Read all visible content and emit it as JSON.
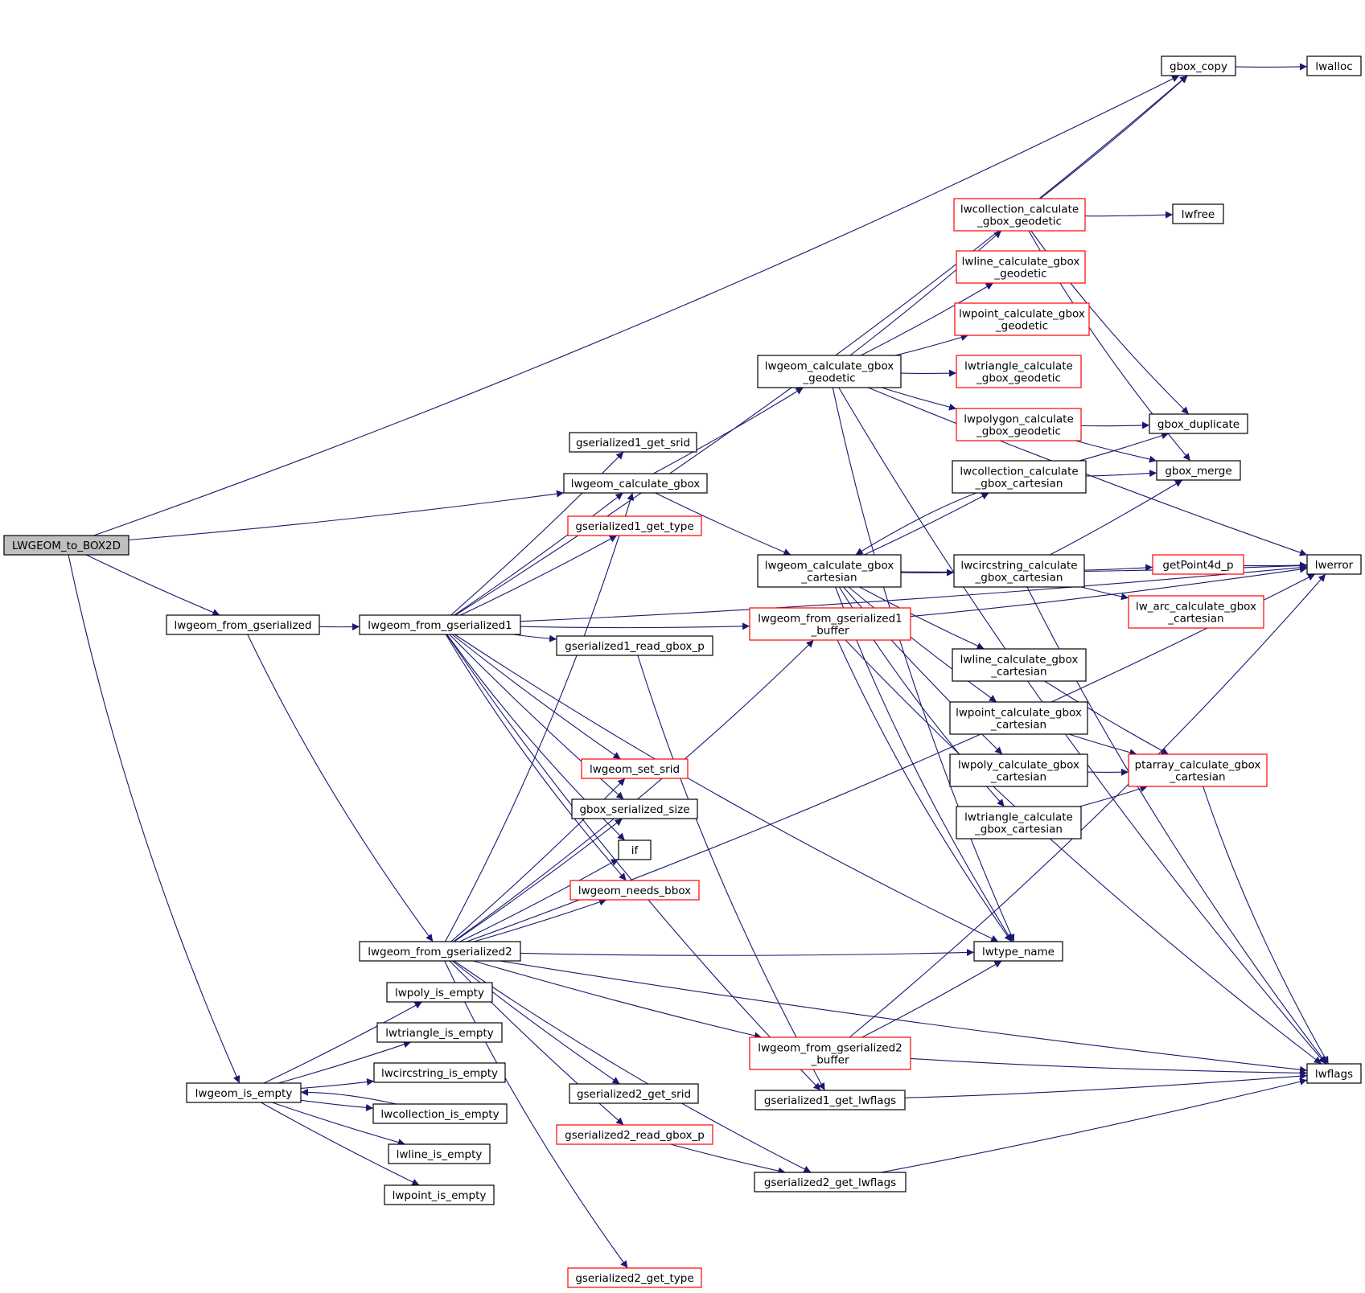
{
  "colors": {
    "edge": "#191970",
    "border_default": "#000000",
    "border_truncated": "#ff0000",
    "fill_root": "#bfbfbf",
    "fill_default": "#ffffff",
    "text": "#000000"
  },
  "nodes": [
    {
      "id": "LWGEOM_to_BOX2D",
      "lines": [
        "LWGEOM_to_BOX2D"
      ],
      "style": "root"
    },
    {
      "id": "gbox_copy",
      "lines": [
        "gbox_copy"
      ],
      "style": "default"
    },
    {
      "id": "lwalloc",
      "lines": [
        "lwalloc"
      ],
      "style": "default"
    },
    {
      "id": "lwgeom_calculate_gbox",
      "lines": [
        "lwgeom_calculate_gbox"
      ],
      "style": "default"
    },
    {
      "id": "lwgeom_calculate_gbox_cartesian",
      "lines": [
        "lwgeom_calculate_gbox",
        "_cartesian"
      ],
      "style": "default"
    },
    {
      "id": "lwgeom_calculate_gbox_geodetic",
      "lines": [
        "lwgeom_calculate_gbox",
        "_geodetic"
      ],
      "style": "default"
    },
    {
      "id": "lwcollection_calculate_gbox_geodetic",
      "lines": [
        "lwcollection_calculate",
        "_gbox_geodetic"
      ],
      "style": "truncated"
    },
    {
      "id": "lwfree",
      "lines": [
        "lwfree"
      ],
      "style": "default"
    },
    {
      "id": "lwline_calculate_gbox_geodetic",
      "lines": [
        "lwline_calculate_gbox",
        "_geodetic"
      ],
      "style": "truncated"
    },
    {
      "id": "lwpoint_calculate_gbox_geodetic",
      "lines": [
        "lwpoint_calculate_gbox",
        "_geodetic"
      ],
      "style": "truncated"
    },
    {
      "id": "lwtriangle_calculate_gbox_geodetic",
      "lines": [
        "lwtriangle_calculate",
        "_gbox_geodetic"
      ],
      "style": "truncated"
    },
    {
      "id": "lwpolygon_calculate_gbox_geodetic",
      "lines": [
        "lwpolygon_calculate",
        "_gbox_geodetic"
      ],
      "style": "truncated"
    },
    {
      "id": "gbox_duplicate",
      "lines": [
        "gbox_duplicate"
      ],
      "style": "default"
    },
    {
      "id": "gbox_merge",
      "lines": [
        "gbox_merge"
      ],
      "style": "default"
    },
    {
      "id": "lwcollection_calculate_gbox_cartesian",
      "lines": [
        "lwcollection_calculate",
        "_gbox_cartesian"
      ],
      "style": "default"
    },
    {
      "id": "lwerror",
      "lines": [
        "lwerror"
      ],
      "style": "default"
    },
    {
      "id": "lwcircstring_calculate_gbox_cartesian",
      "lines": [
        "lwcircstring_calculate",
        "_gbox_cartesian"
      ],
      "style": "default"
    },
    {
      "id": "getPoint4d_p",
      "lines": [
        "getPoint4d_p"
      ],
      "style": "truncated"
    },
    {
      "id": "lw_arc_calculate_gbox_cartesian",
      "lines": [
        "lw_arc_calculate_gbox",
        "_cartesian"
      ],
      "style": "truncated"
    },
    {
      "id": "lwline_calculate_gbox_cartesian",
      "lines": [
        "lwline_calculate_gbox",
        "_cartesian"
      ],
      "style": "default"
    },
    {
      "id": "lwpoint_calculate_gbox_cartesian",
      "lines": [
        "lwpoint_calculate_gbox",
        "_cartesian"
      ],
      "style": "default"
    },
    {
      "id": "lwpoly_calculate_gbox_cartesian",
      "lines": [
        "lwpoly_calculate_gbox",
        "_cartesian"
      ],
      "style": "default"
    },
    {
      "id": "ptarray_calculate_gbox_cartesian",
      "lines": [
        "ptarray_calculate_gbox",
        "_cartesian"
      ],
      "style": "truncated"
    },
    {
      "id": "lwtriangle_calculate_gbox_cartesian",
      "lines": [
        "lwtriangle_calculate",
        "_gbox_cartesian"
      ],
      "style": "default"
    },
    {
      "id": "lwtype_name",
      "lines": [
        "lwtype_name"
      ],
      "style": "default"
    },
    {
      "id": "lwflags",
      "lines": [
        "lwflags"
      ],
      "style": "default"
    },
    {
      "id": "gserialized1_get_srid",
      "lines": [
        "gserialized1_get_srid"
      ],
      "style": "default"
    },
    {
      "id": "gserialized1_get_type",
      "lines": [
        "gserialized1_get_type"
      ],
      "style": "truncated"
    },
    {
      "id": "lwgeom_from_gserialized",
      "lines": [
        "lwgeom_from_gserialized"
      ],
      "style": "default"
    },
    {
      "id": "lwgeom_from_gserialized1",
      "lines": [
        "lwgeom_from_gserialized1"
      ],
      "style": "default"
    },
    {
      "id": "lwgeom_from_gserialized1_buffer",
      "lines": [
        "lwgeom_from_gserialized1",
        "_buffer"
      ],
      "style": "truncated"
    },
    {
      "id": "gserialized1_read_gbox_p",
      "lines": [
        "gserialized1_read_gbox_p"
      ],
      "style": "default"
    },
    {
      "id": "lwgeom_set_srid",
      "lines": [
        "lwgeom_set_srid"
      ],
      "style": "truncated"
    },
    {
      "id": "gbox_serialized_size",
      "lines": [
        "gbox_serialized_size"
      ],
      "style": "default"
    },
    {
      "id": "if",
      "lines": [
        "if"
      ],
      "style": "default"
    },
    {
      "id": "lwgeom_needs_bbox",
      "lines": [
        "lwgeom_needs_bbox"
      ],
      "style": "truncated"
    },
    {
      "id": "lwgeom_from_gserialized2",
      "lines": [
        "lwgeom_from_gserialized2"
      ],
      "style": "default"
    },
    {
      "id": "lwpoly_is_empty",
      "lines": [
        "lwpoly_is_empty"
      ],
      "style": "default"
    },
    {
      "id": "lwtriangle_is_empty",
      "lines": [
        "lwtriangle_is_empty"
      ],
      "style": "default"
    },
    {
      "id": "lwcircstring_is_empty",
      "lines": [
        "lwcircstring_is_empty"
      ],
      "style": "default"
    },
    {
      "id": "lwgeom_is_empty",
      "lines": [
        "lwgeom_is_empty"
      ],
      "style": "default"
    },
    {
      "id": "lwcollection_is_empty",
      "lines": [
        "lwcollection_is_empty"
      ],
      "style": "default"
    },
    {
      "id": "lwline_is_empty",
      "lines": [
        "lwline_is_empty"
      ],
      "style": "default"
    },
    {
      "id": "lwpoint_is_empty",
      "lines": [
        "lwpoint_is_empty"
      ],
      "style": "default"
    },
    {
      "id": "lwgeom_from_gserialized2_buffer",
      "lines": [
        "lwgeom_from_gserialized2",
        "_buffer"
      ],
      "style": "truncated"
    },
    {
      "id": "gserialized1_get_lwflags",
      "lines": [
        "gserialized1_get_lwflags"
      ],
      "style": "default"
    },
    {
      "id": "gserialized2_get_srid",
      "lines": [
        "gserialized2_get_srid"
      ],
      "style": "default"
    },
    {
      "id": "gserialized2_read_gbox_p",
      "lines": [
        "gserialized2_read_gbox_p"
      ],
      "style": "truncated"
    },
    {
      "id": "gserialized2_get_lwflags",
      "lines": [
        "gserialized2_get_lwflags"
      ],
      "style": "default"
    },
    {
      "id": "gserialized2_get_type",
      "lines": [
        "gserialized2_get_type"
      ],
      "style": "truncated"
    }
  ],
  "edges": [
    [
      "LWGEOM_to_BOX2D",
      "gbox_copy"
    ],
    [
      "LWGEOM_to_BOX2D",
      "lwgeom_calculate_gbox"
    ],
    [
      "LWGEOM_to_BOX2D",
      "lwgeom_from_gserialized"
    ],
    [
      "LWGEOM_to_BOX2D",
      "lwgeom_is_empty"
    ],
    [
      "gbox_copy",
      "lwalloc"
    ],
    [
      "lwgeom_calculate_gbox",
      "lwgeom_calculate_gbox_geodetic"
    ],
    [
      "lwgeom_calculate_gbox",
      "lwgeom_calculate_gbox_cartesian"
    ],
    [
      "lwgeom_calculate_gbox_geodetic",
      "lwcollection_calculate_gbox_geodetic"
    ],
    [
      "lwgeom_calculate_gbox_geodetic",
      "lwline_calculate_gbox_geodetic"
    ],
    [
      "lwgeom_calculate_gbox_geodetic",
      "lwpoint_calculate_gbox_geodetic"
    ],
    [
      "lwgeom_calculate_gbox_geodetic",
      "lwtriangle_calculate_gbox_geodetic"
    ],
    [
      "lwgeom_calculate_gbox_geodetic",
      "lwpolygon_calculate_gbox_geodetic"
    ],
    [
      "lwgeom_calculate_gbox_geodetic",
      "lwerror"
    ],
    [
      "lwgeom_calculate_gbox_geodetic",
      "lwtype_name"
    ],
    [
      "lwgeom_calculate_gbox_geodetic",
      "lwflags"
    ],
    [
      "lwcollection_calculate_gbox_geodetic",
      "gbox_copy"
    ],
    [
      "lwcollection_calculate_gbox_geodetic",
      "lwfree"
    ],
    [
      "lwcollection_calculate_gbox_geodetic",
      "gbox_duplicate"
    ],
    [
      "lwcollection_calculate_gbox_geodetic",
      "gbox_merge"
    ],
    [
      "lwpolygon_calculate_gbox_geodetic",
      "gbox_duplicate"
    ],
    [
      "lwpolygon_calculate_gbox_geodetic",
      "gbox_merge"
    ],
    [
      "lwcollection_calculate_gbox_cartesian",
      "gbox_duplicate"
    ],
    [
      "lwcollection_calculate_gbox_cartesian",
      "gbox_merge"
    ],
    [
      "lwcollection_calculate_gbox_cartesian",
      "lwgeom_calculate_gbox_cartesian"
    ],
    [
      "lwgeom_calculate_gbox_cartesian",
      "lwcollection_calculate_gbox_cartesian"
    ],
    [
      "lwgeom_calculate_gbox_cartesian",
      "lwcircstring_calculate_gbox_cartesian"
    ],
    [
      "lwgeom_calculate_gbox_cartesian",
      "lwline_calculate_gbox_cartesian"
    ],
    [
      "lwgeom_calculate_gbox_cartesian",
      "lwpoint_calculate_gbox_cartesian"
    ],
    [
      "lwgeom_calculate_gbox_cartesian",
      "lwpoly_calculate_gbox_cartesian"
    ],
    [
      "lwgeom_calculate_gbox_cartesian",
      "lwtriangle_calculate_gbox_cartesian"
    ],
    [
      "lwgeom_calculate_gbox_cartesian",
      "lwerror"
    ],
    [
      "lwgeom_calculate_gbox_cartesian",
      "lwtype_name"
    ],
    [
      "lwcircstring_calculate_gbox_cartesian",
      "gbox_merge"
    ],
    [
      "lwcircstring_calculate_gbox_cartesian",
      "getPoint4d_p"
    ],
    [
      "lwcircstring_calculate_gbox_cartesian",
      "lw_arc_calculate_gbox_cartesian"
    ],
    [
      "lwcircstring_calculate_gbox_cartesian",
      "lwflags"
    ],
    [
      "getPoint4d_p",
      "lwerror"
    ],
    [
      "lwline_calculate_gbox_cartesian",
      "ptarray_calculate_gbox_cartesian"
    ],
    [
      "lwpoint_calculate_gbox_cartesian",
      "ptarray_calculate_gbox_cartesian"
    ],
    [
      "lwpoly_calculate_gbox_cartesian",
      "ptarray_calculate_gbox_cartesian"
    ],
    [
      "lwtriangle_calculate_gbox_cartesian",
      "ptarray_calculate_gbox_cartesian"
    ],
    [
      "ptarray_calculate_gbox_cartesian",
      "lwflags"
    ],
    [
      "lwgeom_from_gserialized",
      "lwgeom_from_gserialized1"
    ],
    [
      "lwgeom_from_gserialized",
      "lwgeom_from_gserialized2"
    ],
    [
      "lwgeom_from_gserialized1",
      "gbox_copy"
    ],
    [
      "lwgeom_from_gserialized1",
      "lwerror"
    ],
    [
      "lwgeom_from_gserialized1",
      "gserialized1_get_srid"
    ],
    [
      "lwgeom_from_gserialized1",
      "lwgeom_calculate_gbox"
    ],
    [
      "lwgeom_from_gserialized1",
      "gserialized1_get_type"
    ],
    [
      "lwgeom_from_gserialized1",
      "lwgeom_from_gserialized1_buffer"
    ],
    [
      "lwgeom_from_gserialized1",
      "lwtype_name"
    ],
    [
      "lwgeom_from_gserialized1",
      "gserialized1_read_gbox_p"
    ],
    [
      "lwgeom_from_gserialized1",
      "gserialized1_get_lwflags"
    ],
    [
      "lwgeom_from_gserialized1",
      "lwgeom_set_srid"
    ],
    [
      "lwgeom_from_gserialized1",
      "gbox_serialized_size"
    ],
    [
      "lwgeom_from_gserialized1",
      "if"
    ],
    [
      "lwgeom_from_gserialized1",
      "lwgeom_needs_bbox"
    ],
    [
      "lwgeom_from_gserialized1_buffer",
      "lwtype_name"
    ],
    [
      "lwgeom_from_gserialized1_buffer",
      "lwerror"
    ],
    [
      "lwgeom_from_gserialized1_buffer",
      "lwflags"
    ],
    [
      "gserialized1_read_gbox_p",
      "gserialized1_get_lwflags"
    ],
    [
      "lwgeom_from_gserialized2",
      "lwgeom_calculate_gbox"
    ],
    [
      "lwgeom_from_gserialized2",
      "lwgeom_set_srid"
    ],
    [
      "lwgeom_from_gserialized2",
      "gbox_serialized_size"
    ],
    [
      "lwgeom_from_gserialized2",
      "if"
    ],
    [
      "lwgeom_from_gserialized2",
      "lwgeom_needs_bbox"
    ],
    [
      "lwgeom_from_gserialized2",
      "lwgeom_from_gserialized1_buffer"
    ],
    [
      "lwgeom_from_gserialized2",
      "lwtype_name"
    ],
    [
      "lwgeom_from_gserialized2",
      "lwerror"
    ],
    [
      "lwgeom_from_gserialized2",
      "lwgeom_from_gserialized2_buffer"
    ],
    [
      "lwgeom_from_gserialized2",
      "gserialized2_get_srid"
    ],
    [
      "lwgeom_from_gserialized2",
      "gserialized2_read_gbox_p"
    ],
    [
      "lwgeom_from_gserialized2",
      "gserialized2_get_lwflags"
    ],
    [
      "lwgeom_from_gserialized2",
      "lwflags"
    ],
    [
      "lwgeom_from_gserialized2",
      "gserialized2_get_type"
    ],
    [
      "lwgeom_from_gserialized2_buffer",
      "lwtype_name"
    ],
    [
      "lwgeom_from_gserialized2_buffer",
      "lwerror"
    ],
    [
      "lwgeom_from_gserialized2_buffer",
      "lwflags"
    ],
    [
      "gserialized1_get_lwflags",
      "lwflags"
    ],
    [
      "gserialized2_read_gbox_p",
      "gserialized2_get_lwflags"
    ],
    [
      "gserialized2_get_lwflags",
      "lwflags"
    ],
    [
      "lwgeom_is_empty",
      "lwpoly_is_empty"
    ],
    [
      "lwgeom_is_empty",
      "lwtriangle_is_empty"
    ],
    [
      "lwgeom_is_empty",
      "lwcircstring_is_empty"
    ],
    [
      "lwgeom_is_empty",
      "lwcollection_is_empty"
    ],
    [
      "lwgeom_is_empty",
      "lwline_is_empty"
    ],
    [
      "lwgeom_is_empty",
      "lwpoint_is_empty"
    ],
    [
      "lwcollection_is_empty",
      "lwgeom_is_empty"
    ]
  ]
}
